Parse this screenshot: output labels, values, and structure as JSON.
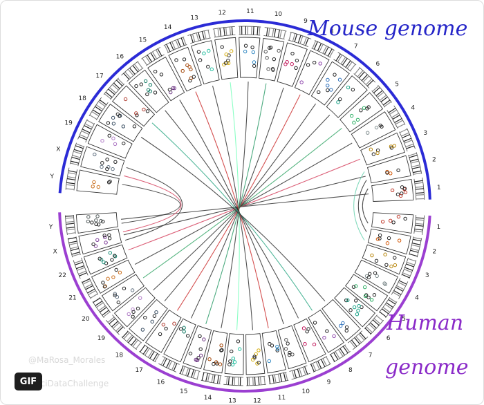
{
  "title_mouse": "Mouse genome",
  "title_human": "Human",
  "title_human_2": "genome",
  "watermark_1": "@MaRosa_Morales",
  "watermark_2": "#SciDataChallenge",
  "gif_badge": "GIF",
  "colors": {
    "mouse_arc": "#2b2bd6",
    "human_arc": "#9b3fd1",
    "mouse_title": "#2626c8",
    "human_title": "#8a2ac8"
  },
  "mouse_chromosomes": [
    "1",
    "2",
    "3",
    "4",
    "5",
    "6",
    "7",
    "8",
    "9",
    "10",
    "11",
    "12",
    "13",
    "14",
    "15",
    "16",
    "17",
    "18",
    "19",
    "X",
    "Y"
  ],
  "human_chromosomes": [
    "1",
    "2",
    "3",
    "4",
    "5",
    "6",
    "7",
    "8",
    "9",
    "10",
    "11",
    "12",
    "13",
    "14",
    "15",
    "16",
    "17",
    "18",
    "19",
    "20",
    "21",
    "22",
    "X",
    "Y"
  ]
}
